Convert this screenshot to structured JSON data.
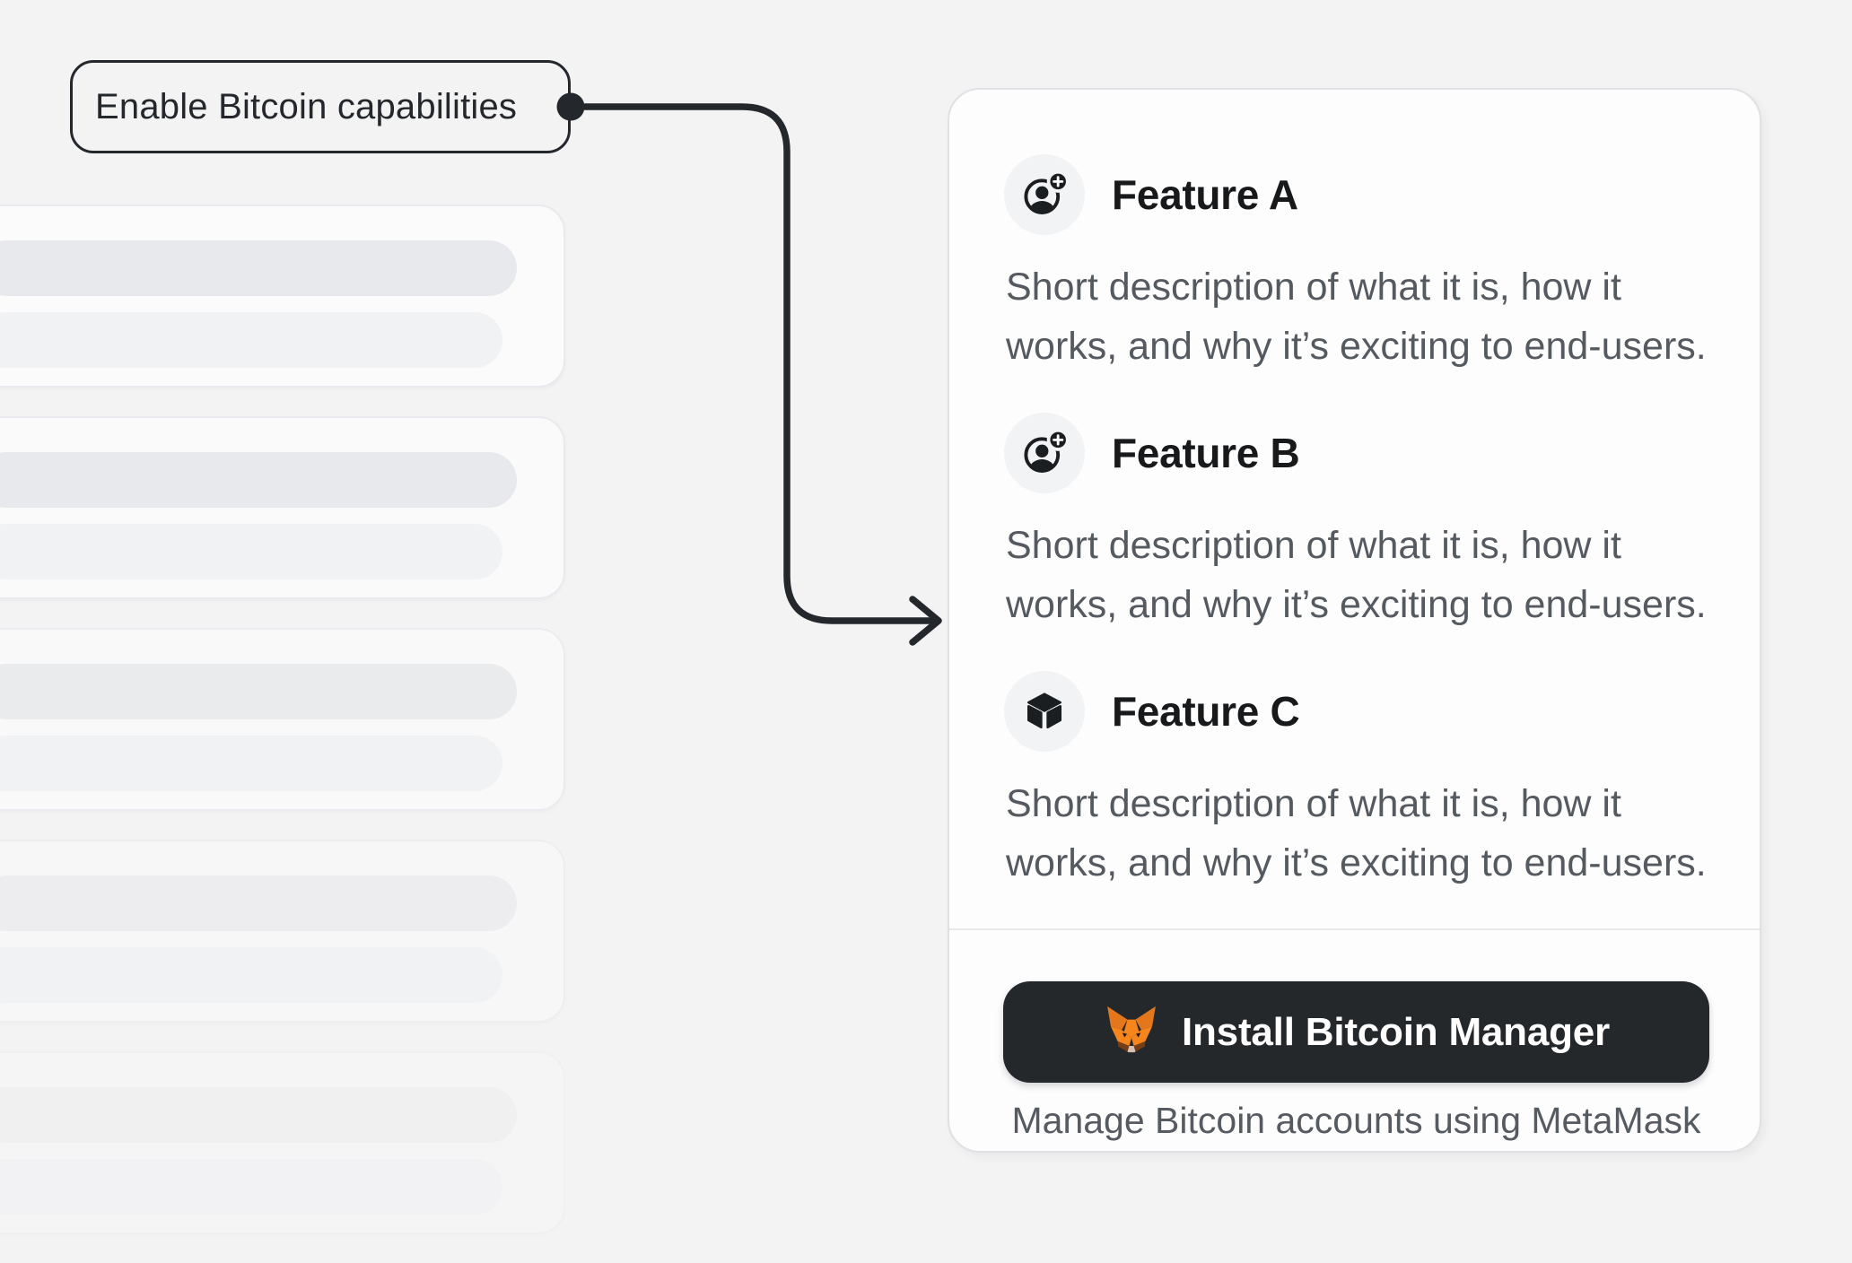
{
  "colors": {
    "page_background": "#f3f3f4",
    "accent_dark": "#24272b",
    "button_background": "#25282b",
    "panel_background": "#fdfdfe"
  },
  "callout": {
    "label": "Enable Bitcoin capabilities"
  },
  "skeleton": {
    "card_count": 5,
    "bars_per_card": 2
  },
  "panel": {
    "features": [
      {
        "icon": "account-add-icon",
        "title": "Feature A",
        "description_lines": [
          "Short description of what it is, how it",
          "works, and why it’s exciting to end-users."
        ]
      },
      {
        "icon": "account-add-icon",
        "title": "Feature B",
        "description_lines": [
          "Short description of what it is, how it",
          "works, and why it’s exciting to end-users."
        ]
      },
      {
        "icon": "cube-icon",
        "title": "Feature C",
        "description_lines": [
          "Short description of what it is, how it",
          "works, and why it’s exciting to end-users."
        ]
      }
    ],
    "footer": {
      "install_button": {
        "icon": "metamask-fox-icon",
        "label": "Install Bitcoin Manager"
      },
      "caption": "Manage Bitcoin accounts using MetaMask"
    }
  }
}
